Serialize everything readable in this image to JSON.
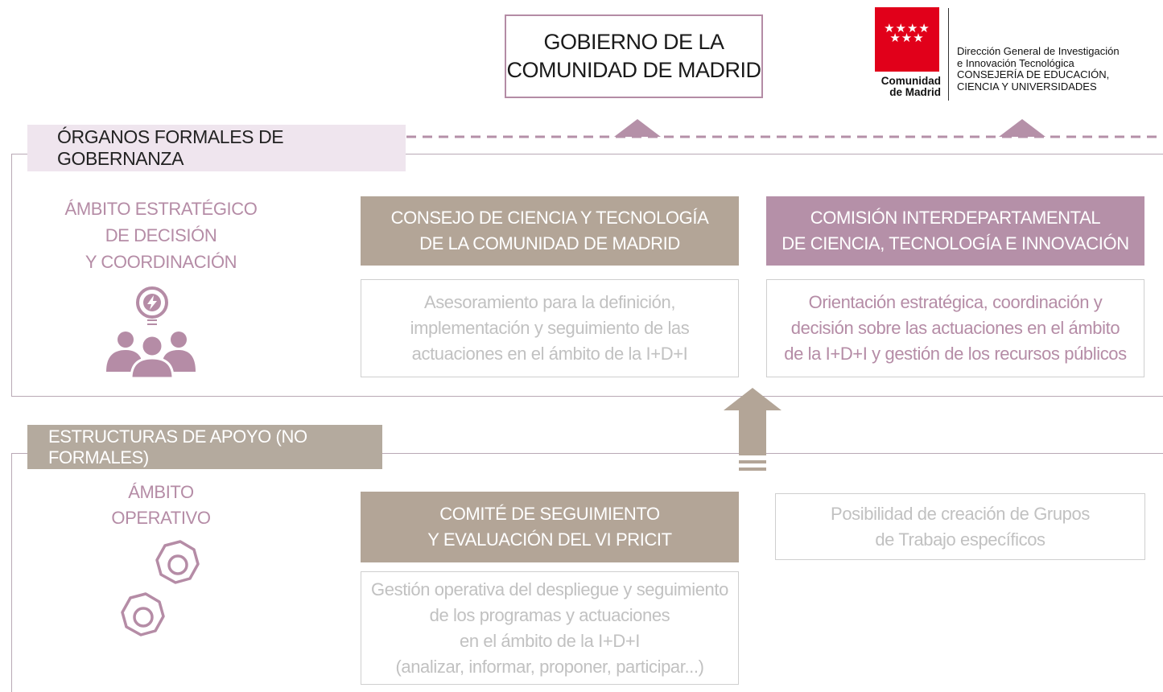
{
  "government_box": {
    "line1": "GOBIERNO DE LA",
    "line2": "COMUNIDAD DE MADRID"
  },
  "logo": {
    "word_line1": "Comunidad",
    "word_line2": "de Madrid",
    "text_lines": [
      "Dirección General de Investigación",
      "e Innovación Tecnológica",
      "CONSEJERÍA DE EDUCACIÓN,",
      "CIENCIA Y UNIVERSIDADES"
    ]
  },
  "sections": {
    "formal": {
      "label": "ÓRGANOS FORMALES DE GOBERNANZA"
    },
    "support": {
      "label": "ESTRUCTURAS DE APOYO (NO FORMALES)"
    }
  },
  "ambits": {
    "strategic": {
      "lines": [
        "ÁMBITO ESTRATÉGICO",
        "DE DECISIÓN",
        "Y COORDINACIÓN"
      ]
    },
    "operative": {
      "lines": [
        "ÁMBITO",
        "OPERATIVO"
      ]
    }
  },
  "bodies": {
    "consejo": {
      "title": [
        "CONSEJO DE CIENCIA Y TECNOLOGÍA",
        "DE LA COMUNIDAD DE MADRID"
      ],
      "description": [
        "Asesoramiento para la definición,",
        "implementación y seguimiento de las",
        "actuaciones en el ámbito de la I+D+I"
      ]
    },
    "comision": {
      "title": [
        "COMISIÓN INTERDEPARTAMENTAL",
        "DE CIENCIA, TECNOLOGÍA E INNOVACIÓN"
      ],
      "description": [
        "Orientación estratégica, coordinación y",
        "decisión sobre las actuaciones en el ámbito",
        "de la I+D+I y gestión de los recursos públicos"
      ]
    },
    "comite": {
      "title": [
        "COMITÉ DE SEGUIMIENTO",
        "Y EVALUACIÓN DEL VI PRICIT"
      ],
      "description": [
        "Gestión operativa del despliegue y seguimiento",
        "de los programas y actuaciones",
        "en el ámbito de la I+D+I",
        "(analizar, informar, proponer, participar...)"
      ]
    },
    "grupos": {
      "description": [
        "Posibilidad de creación de Grupos",
        "de Trabajo específicos"
      ]
    }
  },
  "colors": {
    "accent_pink": "#b58ca6",
    "header_taupe": "#b3a597",
    "header_mauve": "#b590a8",
    "tab_light": "#efe5ee",
    "madrid_red": "#e1001a"
  },
  "icons": {
    "strategic": "people-lightbulb-icon",
    "operative": "gears-icon",
    "flow": "up-arrow-icon"
  }
}
